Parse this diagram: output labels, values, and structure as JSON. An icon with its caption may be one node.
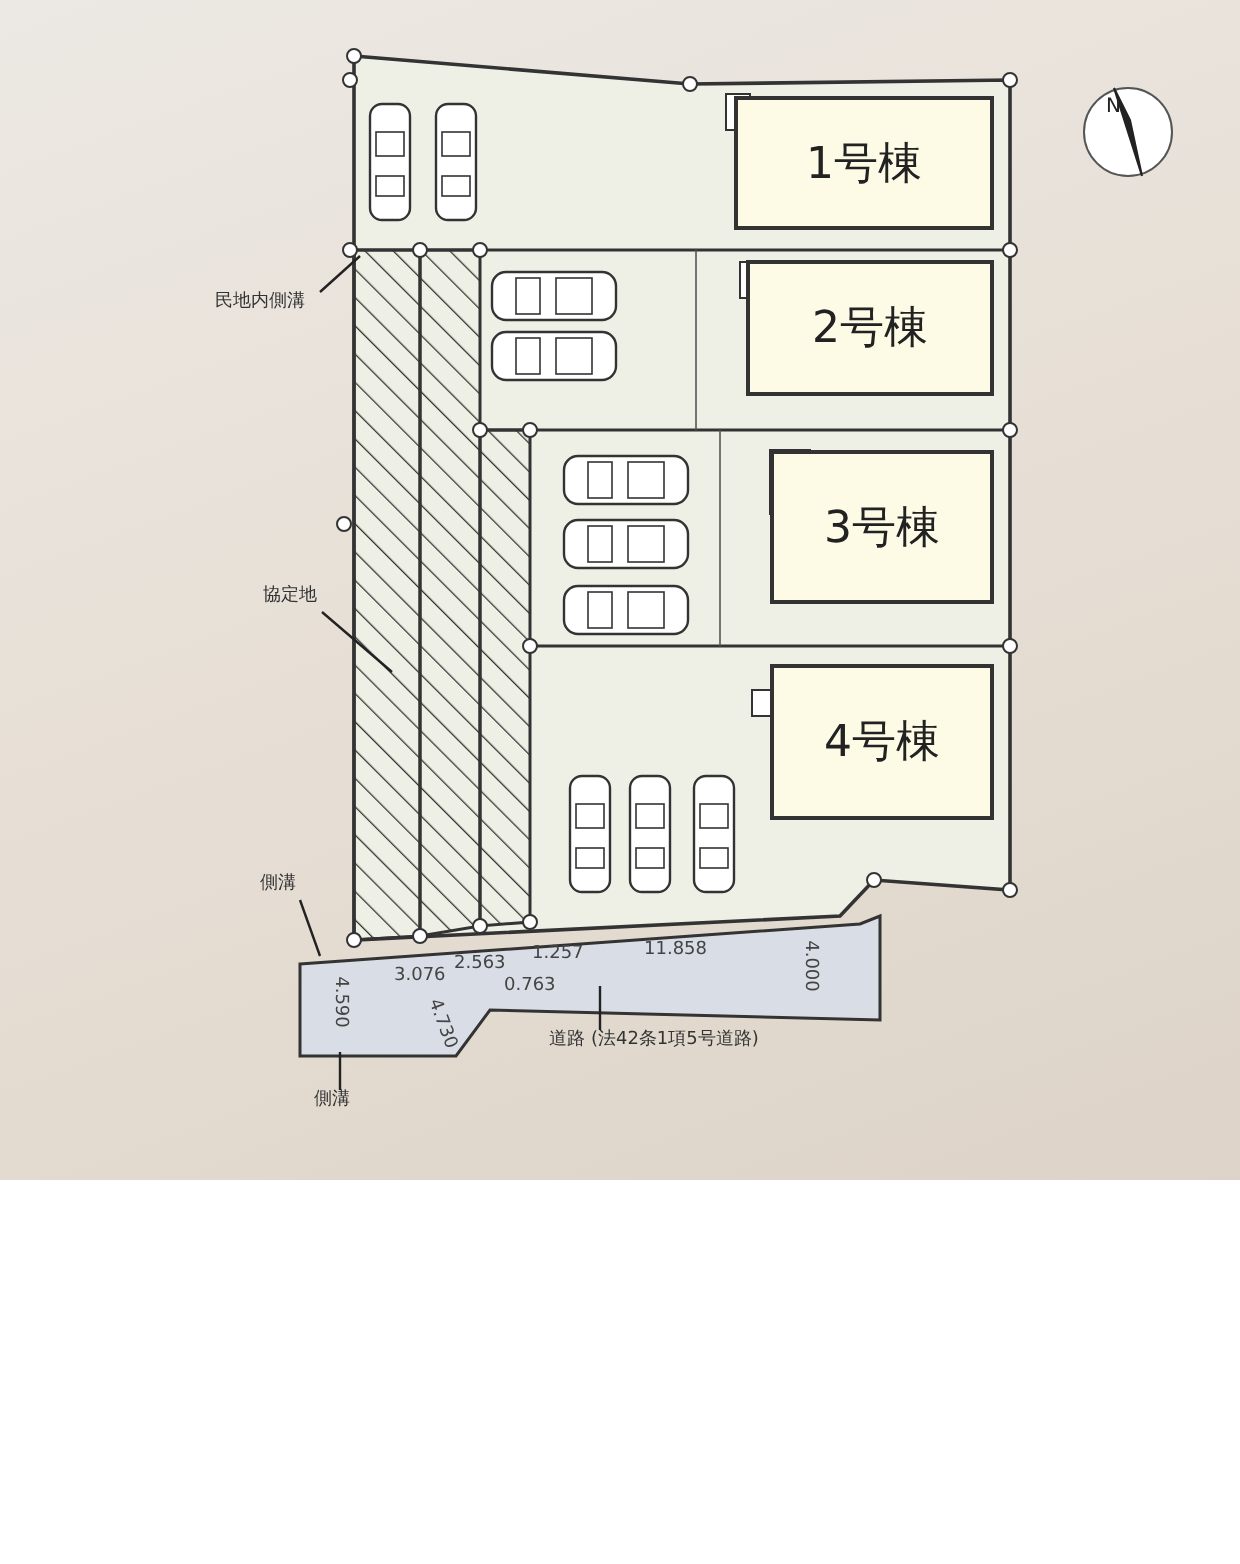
{
  "diagram": {
    "nodes": [
      {
        "text": [
          "1号棟"
        ]
      },
      {
        "text": [
          "2号棟"
        ]
      },
      {
        "text": [
          "3号棟"
        ]
      },
      {
        "text": [
          "4号棟"
        ]
      },
      {
        "text": [
          "民地内側溝"
        ]
      },
      {
        "text": [
          "協定地"
        ]
      },
      {
        "text": [
          "側溝"
        ]
      },
      {
        "text": [
          "側溝"
        ]
      },
      {
        "text": [
          "道路 (法42条1項5号道路)"
        ]
      }
    ],
    "edges": [
      {
        "from": 4,
        "to": null,
        "arrow": "none"
      },
      {
        "from": 5,
        "to": null,
        "arrow": "none"
      },
      {
        "from": 6,
        "to": null,
        "arrow": "none"
      },
      {
        "from": 7,
        "to": null,
        "arrow": "none"
      },
      {
        "from": 8,
        "to": null,
        "arrow": "none"
      }
    ],
    "labels": [
      "N",
      "3.076",
      "2.563",
      "1.257",
      "11.858",
      "0.763",
      "4.000",
      "4.590",
      "4.730"
    ]
  }
}
